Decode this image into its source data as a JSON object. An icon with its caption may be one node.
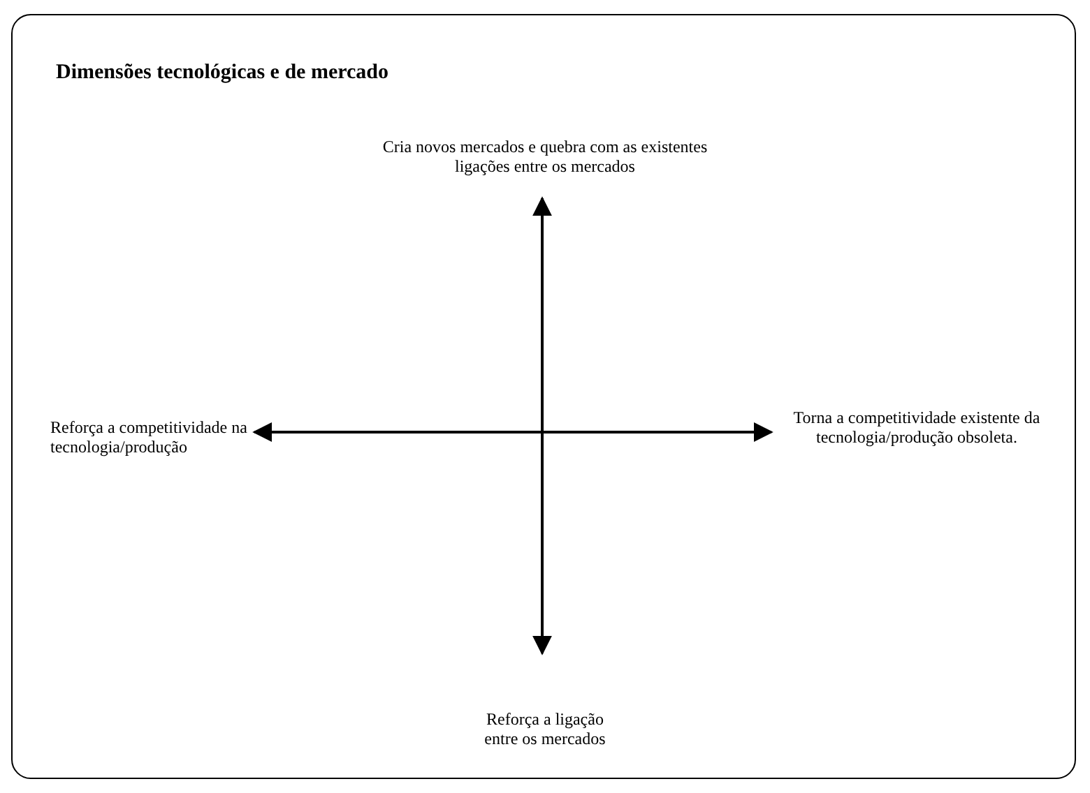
{
  "diagram": {
    "title": "Dimensões tecnológicas e de mercado",
    "nodes": [
      {
        "text": [
          "Cria novos mercados e quebra com as existentes ligações entre os mercados"
        ]
      },
      {
        "text": [
          "Reforça a competitividade na tecnologia/produção"
        ]
      },
      {
        "text": [
          "Torna a competitividade existente da tecnologia/produção obsoleta."
        ]
      },
      {
        "text": [
          "Reforça a ligação entre os mercados"
        ]
      }
    ],
    "edges": [
      {
        "from": 1,
        "to": 2,
        "arrow": "both"
      },
      {
        "from": 0,
        "to": 3,
        "arrow": "both"
      }
    ]
  }
}
